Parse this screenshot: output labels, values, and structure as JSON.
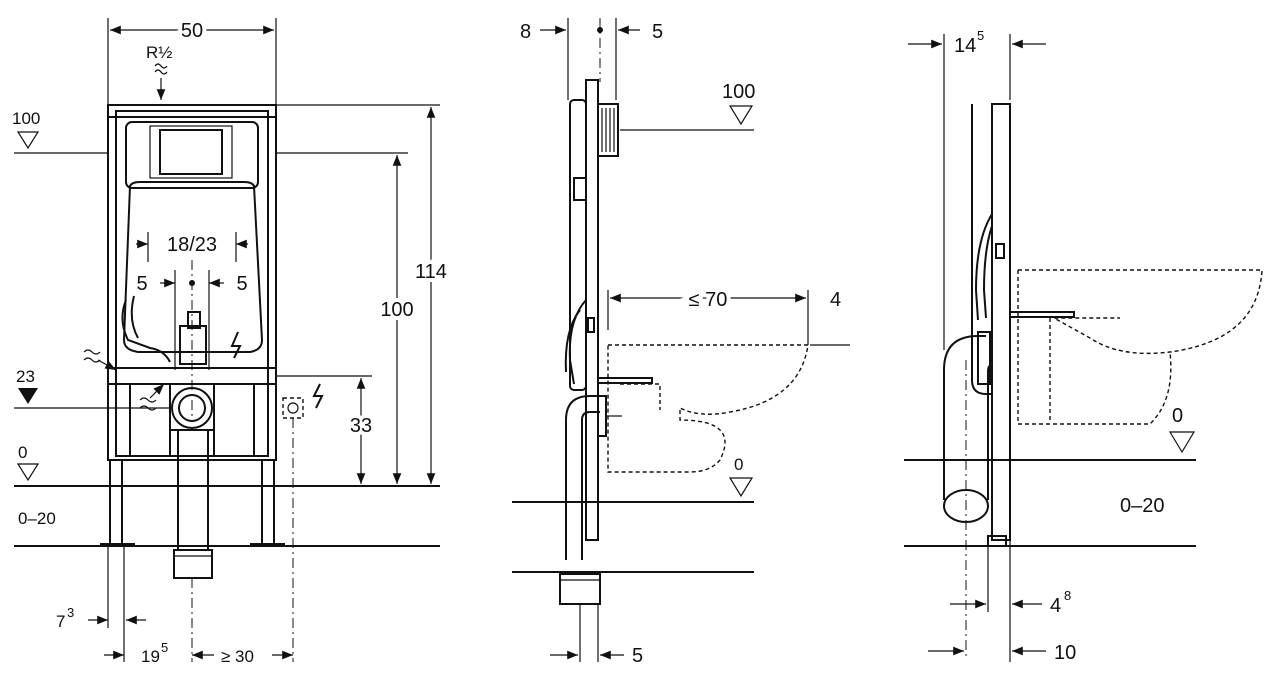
{
  "front_view": {
    "width": "50",
    "pipe": "R½",
    "level_top": "100",
    "level_23": "23",
    "level_0": "0",
    "floor_range": "0–20",
    "inner_width": "18/23",
    "offset_left": "5",
    "offset_right": "5",
    "height_100": "100",
    "height_114": "114",
    "height_33": "33",
    "dim_7": "7",
    "dim_7_sup": "3",
    "dim_19": "19",
    "dim_19_sup": "5",
    "dim_30": "≥ 30"
  },
  "side_view": {
    "dim_8": "8",
    "dim_5_top": "5",
    "level_top": "100",
    "reach": "≤ 70",
    "cut_label": "4",
    "level_0": "0",
    "dim_5_bottom": "5"
  },
  "section_view": {
    "dim_14": "14",
    "dim_14_sup": "5",
    "level_0": "0",
    "floor_range": "0–20",
    "dim_4": "4",
    "dim_4_sup": "8",
    "dim_10": "10"
  }
}
